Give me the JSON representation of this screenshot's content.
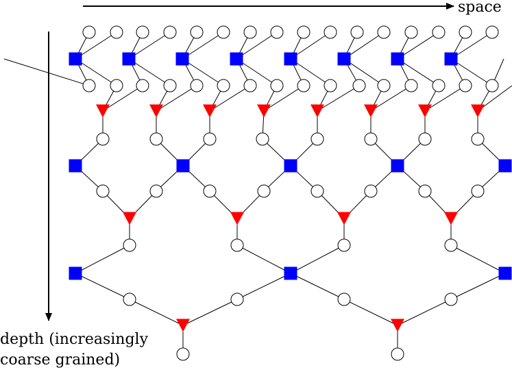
{
  "labels": {
    "space": "space",
    "depth_line1": "depth (increasingly",
    "depth_line2": "coarse grained)"
  },
  "colors": {
    "disentangler": "#0000ff",
    "isometry": "#ff0000",
    "site": "#ffffff",
    "edge": "#000000"
  }
}
